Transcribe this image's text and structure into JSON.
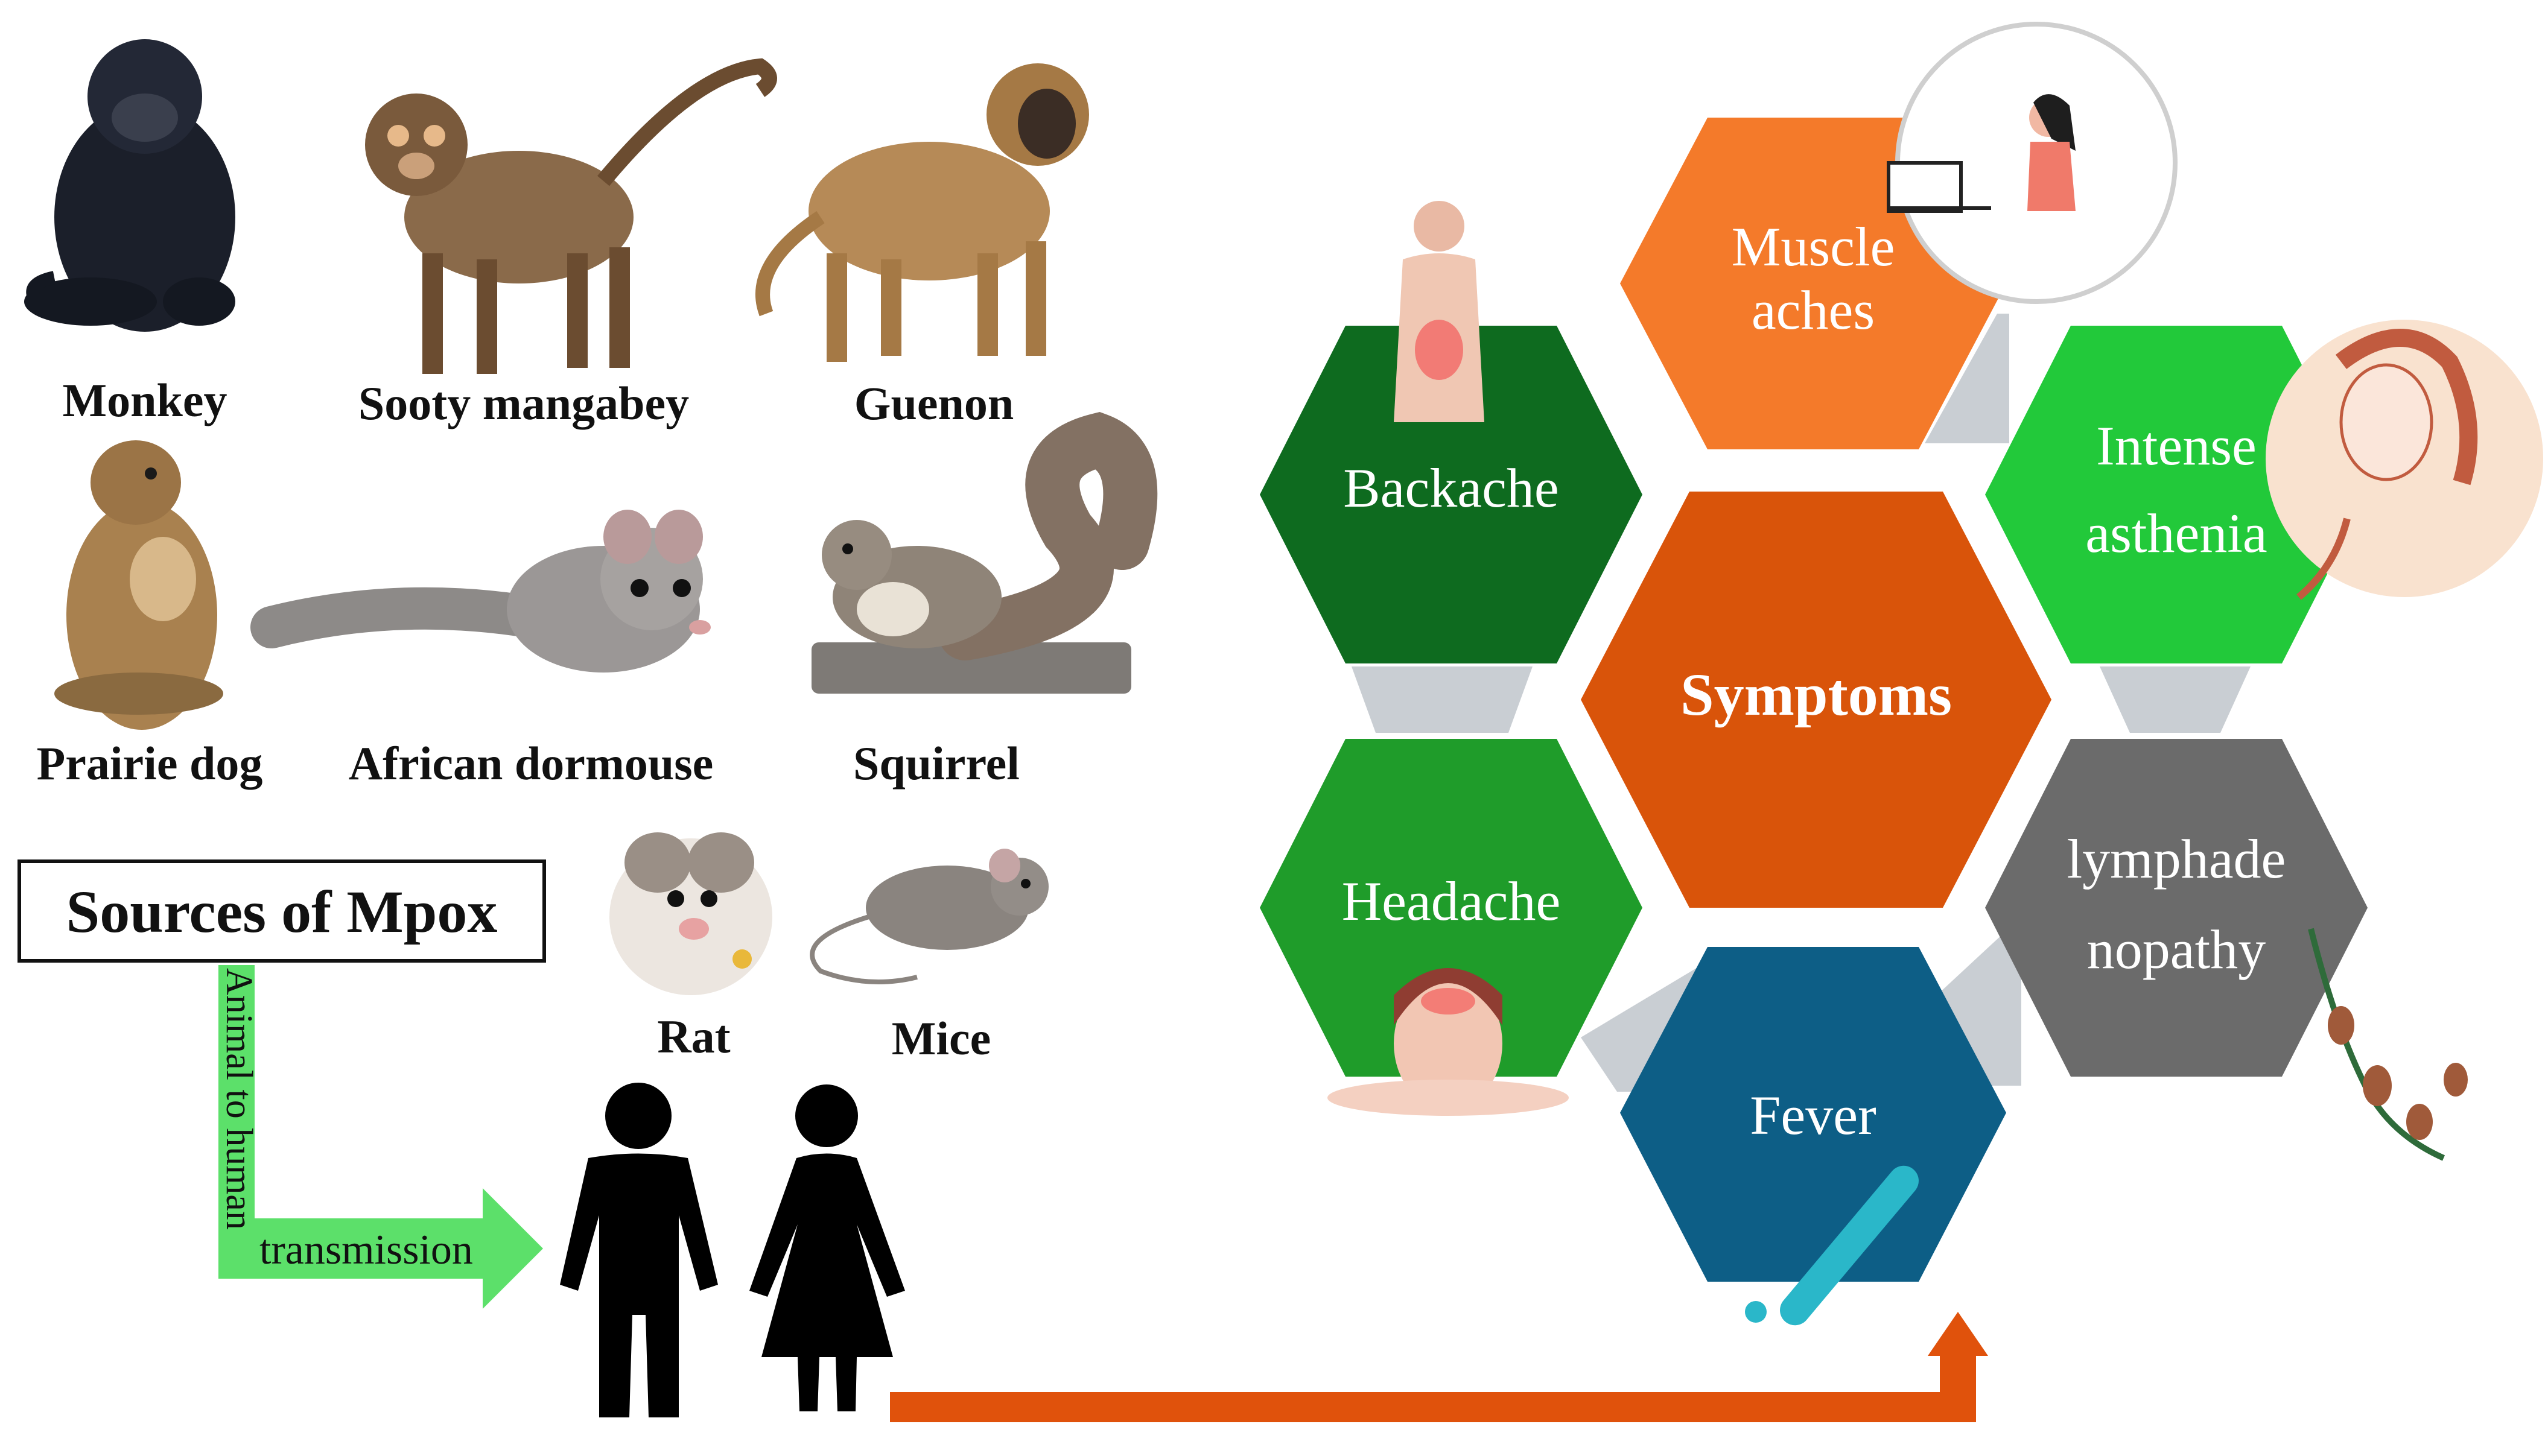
{
  "colors": {
    "muscle_aches": "#F47A2A",
    "backache": "#0E6B1F",
    "intense_asthenia": "#22C93A",
    "symptoms": "#D9540A",
    "headache": "#1F9C2A",
    "lymphadenopathy": "#6B6B6B",
    "fever": "#0D5E86",
    "connector": "#C9CED3",
    "green_arrow": "#5CE06A",
    "orange_arrow": "#E0520C"
  },
  "animals": {
    "monkey": "Monkey",
    "sooty_mangabey": "Sooty mangabey",
    "guenon": "Guenon",
    "prairie_dog": "Prairie dog",
    "african_dormouse": "African dormouse",
    "squirrel": "Squirrel",
    "rat": "Rat",
    "mice": "Mice"
  },
  "sources_title": "Sources of Mpox",
  "transmission": {
    "vertical": "Animal to human",
    "horizontal": "transmission"
  },
  "symptoms": {
    "center": "Symptoms",
    "muscle_aches": [
      "Muscle",
      "aches"
    ],
    "backache": "Backache",
    "intense_asthenia": [
      "Intense",
      "asthenia"
    ],
    "headache": "Headache",
    "lymphadenopathy": [
      "lymphade",
      "nopathy"
    ],
    "fever": "Fever"
  },
  "icons": [
    "monkey-image",
    "sooty-mangabey-image",
    "guenon-image",
    "prairie-dog-image",
    "african-dormouse-image",
    "squirrel-image",
    "rat-image",
    "mice-image",
    "man-icon",
    "woman-icon",
    "back-pain-image",
    "desk-worker-image",
    "sick-woman-image",
    "headache-face-image",
    "lymph-nodes-image",
    "thermometer-icon"
  ]
}
